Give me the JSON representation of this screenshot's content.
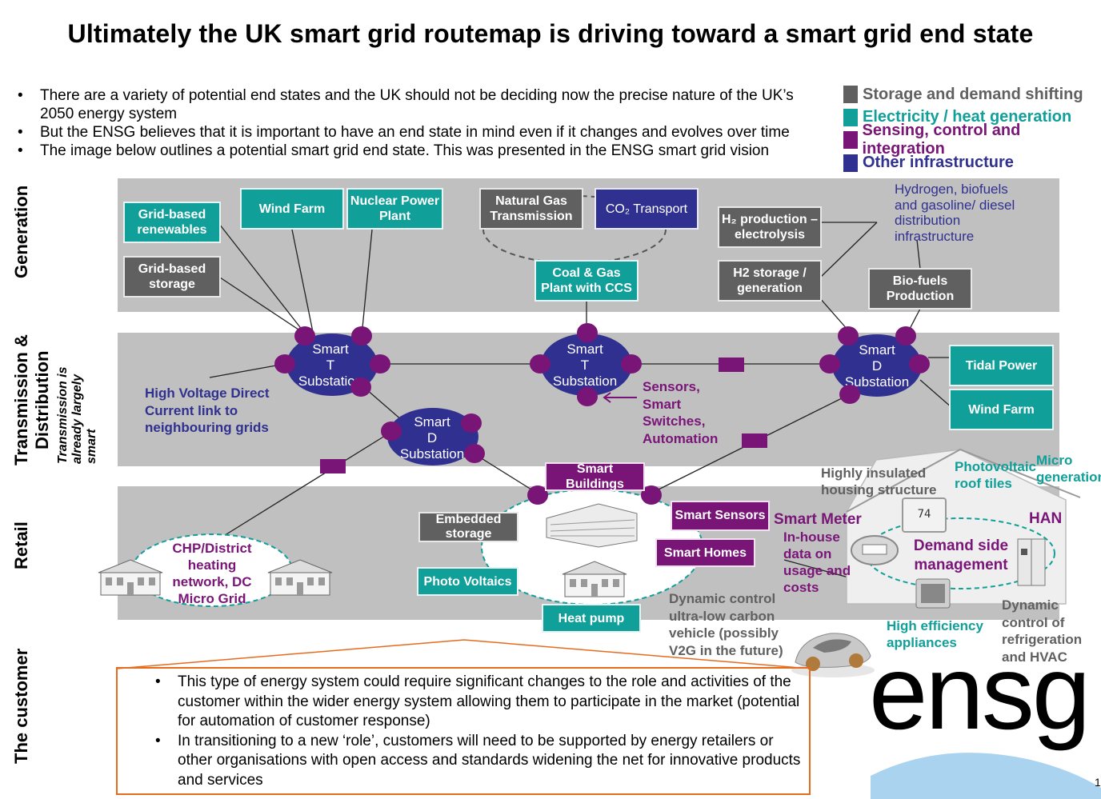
{
  "title": "Ultimately the UK smart grid routemap is driving toward a smart grid end state",
  "bullets": [
    "There are a variety of potential end states and the UK should not be deciding now the precise nature of the UK’s 2050 energy system",
    "But the ENSG believes that it is important to have an end state in mind even if it changes and evolves over time",
    "The image below outlines a potential smart grid end state. This was presented in the ENSG smart grid vision"
  ],
  "legend": [
    {
      "label": "Storage and demand shifting",
      "color": "#606060",
      "text_color": "#606060"
    },
    {
      "label": "Electricity / heat generation",
      "color": "#109f99",
      "text_color": "#109f99"
    },
    {
      "label": "Sensing, control and integration",
      "color": "#7a1578",
      "text_color": "#7a1578"
    },
    {
      "label": "Other infrastructure",
      "color": "#303090",
      "text_color": "#303090"
    }
  ],
  "rows": {
    "generation": "Generation",
    "transmission": "Transmission & Distribution",
    "transmission_note": "Transmission is already largely smart",
    "retail": "Retail",
    "customer": "The customer"
  },
  "generation_boxes": {
    "grid_renewables": "Grid-based renewables",
    "grid_storage": "Grid-based storage",
    "wind_farm": "Wind Farm",
    "nuclear": "Nuclear Power Plant",
    "natural_gas": "Natural Gas Transmission",
    "co2_transport": "CO₂ Transport",
    "coal_gas": "Coal & Gas Plant with CCS",
    "h2_production": "H₂ production – electrolysis",
    "h2_storage": "H2 storage / generation",
    "biofuels": "Bio-fuels Production",
    "hydrogen_note": "Hydrogen, biofuels and gasoline/ diesel distribution infrastructure"
  },
  "substations": {
    "t1": [
      "Smart",
      "T",
      "Substation"
    ],
    "t2": [
      "Smart",
      "T",
      "Substation"
    ],
    "d1": [
      "Smart",
      "D",
      "Substation"
    ],
    "d2": [
      "Smart",
      "D",
      "Substation"
    ]
  },
  "transmission_labels": {
    "hvdc": "High Voltage Direct Current link to neighbouring grids",
    "sensors": "Sensors, Smart Switches, Automation",
    "tidal": "Tidal Power",
    "wind_farm_2": "Wind Farm"
  },
  "retail_labels": {
    "chp": "CHP/District heating network, DC Micro Grid",
    "embedded_storage": "Embedded storage",
    "photo_voltaics": "Photo Voltaics",
    "heat_pump": "Heat pump",
    "smart_buildings": "Smart Buildings",
    "smart_sensors": "Smart Sensors",
    "smart_homes": "Smart Homes",
    "smart_meter": "Smart Meter",
    "in_house_data": "In-house data on usage and costs",
    "insulated": "Highly insulated housing structure",
    "pv_tiles": "Photovoltaic roof tiles",
    "micro_gen": "Micro generation",
    "han": "HAN",
    "dsm": "Demand side management",
    "dynamic_control_vehicle": "Dynamic control ultra-low carbon vehicle (possibly V2G in the future)",
    "high_eff": "High efficiency appliances",
    "dynamic_refrig": "Dynamic control of refrigeration and HVAC",
    "thermostat_reading": "74"
  },
  "customer_bullets": [
    "This type of energy system could require significant changes to the role and activities of the customer within the wider energy system allowing them to participate in the market (potential for automation of customer response)",
    "In transitioning to a new ‘role’, customers will need to be supported by energy retailers or other organisations with open access and standards widening the net for innovative products and services"
  ],
  "logo": "ensg",
  "page_number": "1"
}
